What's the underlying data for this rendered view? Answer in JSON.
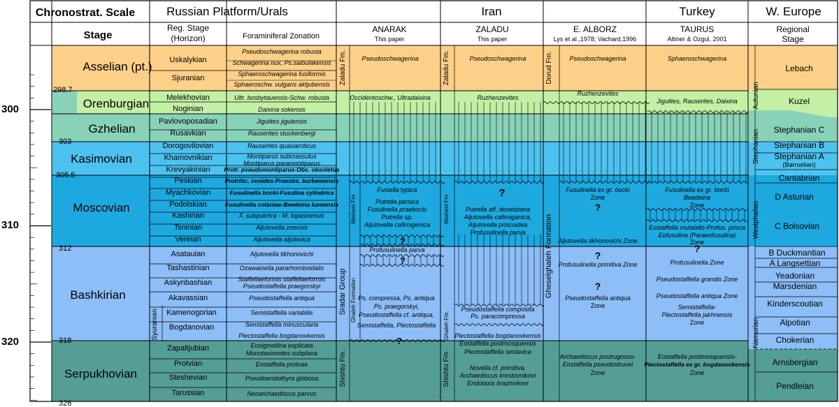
{
  "headers": {
    "scale": "Chronostrat. Scale",
    "russian": "Russian Platform/Urals",
    "iran": "Iran",
    "turkey": "Turkey",
    "weurope": "W. Europe",
    "stage": "Stage",
    "reg_stage_1": "Reg. Stage",
    "reg_stage_2": "(Horizon)",
    "foram": "Foraminiferal Zonation",
    "anarak": "ANARAK",
    "anarak_sub": "This paper",
    "zaladu": "ZALADU",
    "zaladu_sub": "This paper",
    "alborz": "E. ALBORZ",
    "alborz_sub": "Lys et al.,1978; Vachard,1996",
    "taurus": "TAURUS",
    "taurus_sub": "Altiner & Ozgul, 2001",
    "regional_1": "Regional",
    "regional_2": "Stage"
  },
  "ages": {
    "major": [
      "300",
      "310",
      "320"
    ],
    "boundaries": [
      "298.7",
      "303",
      "305.5",
      "312",
      "318",
      "326"
    ]
  },
  "stages": [
    "Asselian (pt.)",
    "Orenburgian",
    "Gzhelian",
    "Kasimovian",
    "Moscovian",
    "Bashkirian",
    "Serpukhovian"
  ],
  "horizons": [
    "Uskalykian",
    "Sjuranian",
    "Melekhovian",
    "Noginian",
    "Pavlovoposadian",
    "Rusavkian",
    "Dorogovilovian",
    "Khamovnikian",
    "Krevyakinian",
    "Peskian",
    "Myachkovian",
    "Podolskian",
    "Kashirian",
    "Tsninian",
    "Vereian",
    "Asatauian",
    "Tashastinian",
    "Askynbashian",
    "Akavassian",
    "Kamenogorian",
    "Bogdanovian",
    "Zapaltjubian",
    "Protvian",
    "Steshevian",
    "Tarussian"
  ],
  "syuranian": "Syuranian",
  "foram_zones": [
    "Pseudoschwagerina robusta",
    "Schwagerina nux, Ps.saibulakensis",
    "Sphaeroschwagerina fusiformis",
    "Sphaeroschw. vulgaris aktjubensis",
    "Ultr. bosbytauensis-Schw. robusta",
    "Daixina sokensis",
    "Jigulites jigulensis",
    "Rauserites stuckenbergi",
    "Rauserites quasiarcticus",
    "Montiparus subcrassulus",
    "Montiparus paramontiparus",
    "Protr. pseudomontiparus-Obs. obsoletus",
    "Protritic. ovoides-Praeobs. burkemensis",
    "Fusulinella bocki-Fusulina cylindrica",
    "Fusulinella colaniae-Beedeina kamensis",
    "F. subpulchra - M. lopasnensis",
    "Aljutovella znensis",
    "Aljutovella aljutovica",
    "Aljutovella tikhonovichi",
    "Ozawainella pararhomboidalis",
    "Staffellaeformis staffellaeformis",
    "Pseudostaffella praegorskyi",
    "Pseudostaffella antiqua",
    "Semistaffella variabilis",
    "Semistaffella minuscularia",
    "Plectostaffella bogdanovkensis",
    "Eosigmoilina explicata",
    "Monotaxinoides subplana",
    "Eostaffella protvae",
    "Pseudoendothyra globosa",
    "Neoarchaediscus parvus"
  ],
  "formations": {
    "zaladu_fm_a": "Zaladu Fm.",
    "zaladu_fm_z": "Zaladu Fm.",
    "dorud": "Dorud Fm.",
    "sradar": "Sradar Group",
    "absheni_a": "Absheni Fm",
    "absheni_z": "Absheni Fm",
    "ghaleh_a": "Ghaleh Formation",
    "ghaleh_z": "Ghaleh Fm.",
    "shishtu_a": "Shishtu Fm.",
    "shishtu_z": "Shishtu Fm.",
    "gheselghaleh": "Gheselghaleh Formation",
    "autunian": "Autunian",
    "stephanian": "Stephanian",
    "westphalian": "Westphalian",
    "namurian": "Namurian"
  },
  "anarak_texts": [
    "Pseudoschwagerina",
    "Occidentoschw., Ultradaixina",
    "Fusiella typica",
    "Putrella persica",
    "Fusulinella praebocki",
    "Putrella sp.",
    "Aljutovella cafirnigenica",
    "Profusulinella parva",
    "Ps. compressa, Ps. antiqua",
    "Ps. praegorskyi,",
    "Pseudostaffella cf. antiqua,",
    "Semistaffella, Plectostaffella"
  ],
  "zaladu_texts": [
    "Pseudoschwagerina",
    "Ruzhenzevites",
    "Putrella aff. donetziana",
    "Aljutovella cafirniganica,",
    "Aljutovella priscoidea",
    "Profusulinella parva",
    "Pseudostaffella composita",
    "Ps. paracompressa",
    "Plectostaffella bogdanovkensis",
    "Eostaffella postmosquensis",
    "Plectostaffella seslavica",
    "Novella cf. primitiva,",
    "Archaediscus krestovnikovi",
    "Endotaxis brazhnikovi"
  ],
  "alborz_texts": [
    "Pseudoschwagerina",
    "Ruzhenzevites",
    "Fusulinella ex gr. bocki",
    "Zone",
    "Aljutovella tikhonovichi  Zone",
    "Profusulinella primitiva  Zone",
    "Pseudostaffella antiqua",
    "Zone",
    "Archaediscus postrugosus-",
    "Eostaffella pseudostruvei",
    "Zone"
  ],
  "taurus_texts": [
    "Sphaeroschwagerina",
    "Jigulites, Rauserites, Daixina",
    "Fusulinella ex gr. bocki",
    "Beedeina",
    "Zone",
    "Eostaffella mutabilis-Profus. prisca",
    "Eofusulina (Paraeofusulina)",
    "Zone",
    "Profusulinella    Zone",
    "Pseudostaffella grandis  Zone",
    "Pseudostaffella antiqua  Zone",
    "Semistaffella-",
    "Plectostaffella jakhnensis",
    "Zone",
    "Eostaffella postmosquensis-",
    "Plectostaffella ex gr. bogdanovkensis",
    "Zone"
  ],
  "question_mark": "?",
  "europe_stages": [
    "Lebach",
    "Kuzel",
    "Stephanian C",
    "Stephanian B",
    "Stephanian A",
    "(Barruelian)",
    "Cantabrian",
    "D    Asturian",
    "C    Bolsovian",
    "B  Duckmantian",
    "A   Langsettian",
    "Yeadonian",
    "Marsdenian",
    "Kinderscoutian",
    "Alpotian",
    "Chokerian",
    "Arnsbergian",
    "Pendleian"
  ],
  "colors": {
    "asselian": "#FCD088",
    "orenburgian": "#C3F0A5",
    "gzhelian": "#88D2B8",
    "kasimovian": "#4DC2F0",
    "moscovian": "#1DA9E0",
    "bashkirian": "#8DBEF8",
    "serpukhovian": "#559E96"
  }
}
